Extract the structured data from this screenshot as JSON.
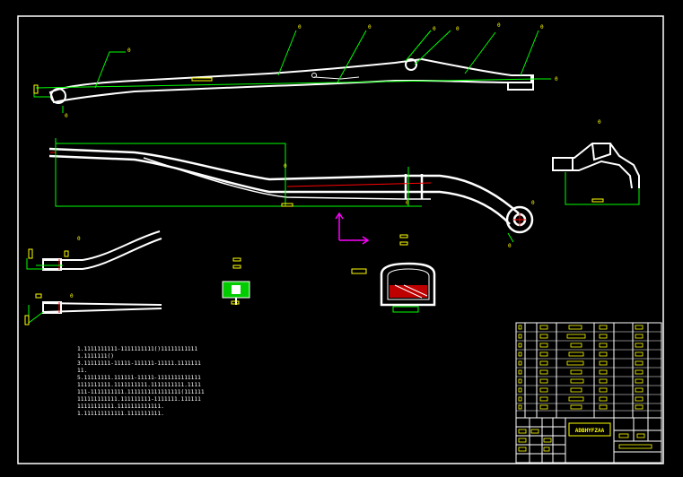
{
  "drawing": {
    "background": "#000000",
    "colors": {
      "frame": "#ffffff",
      "part": "#ffffff",
      "leader": "#00ff00",
      "label": "#ffff00",
      "section_hatch": "#ff0000",
      "ucs": "#ff00ff",
      "bracket_fill": "#00ff00"
    },
    "balloons": [
      "0",
      "0",
      "0",
      "0",
      "0",
      "0",
      "0",
      "0",
      "0",
      "0",
      "0",
      "0",
      "0",
      "0",
      "0",
      "0"
    ],
    "ucs_icon": "ucs-axis-icon",
    "notes": [
      "1.1111111111-1111111111()11111111111",
      "1.1111111()",
      "3.11111111-11111-111111-11111.1111111",
      "11.",
      "5.11111111.111111-11111-1111111111111",
      "1111111111.1111111111.1111111111.1111",
      "111-1111111111.1111111111111111(111111",
      "111111111111.111111111-1111111.111111",
      "11111111111.1111111111111.",
      "1.111111111111.1111111111."
    ],
    "title_block": {
      "title": "ADBHYFZAA"
    }
  }
}
